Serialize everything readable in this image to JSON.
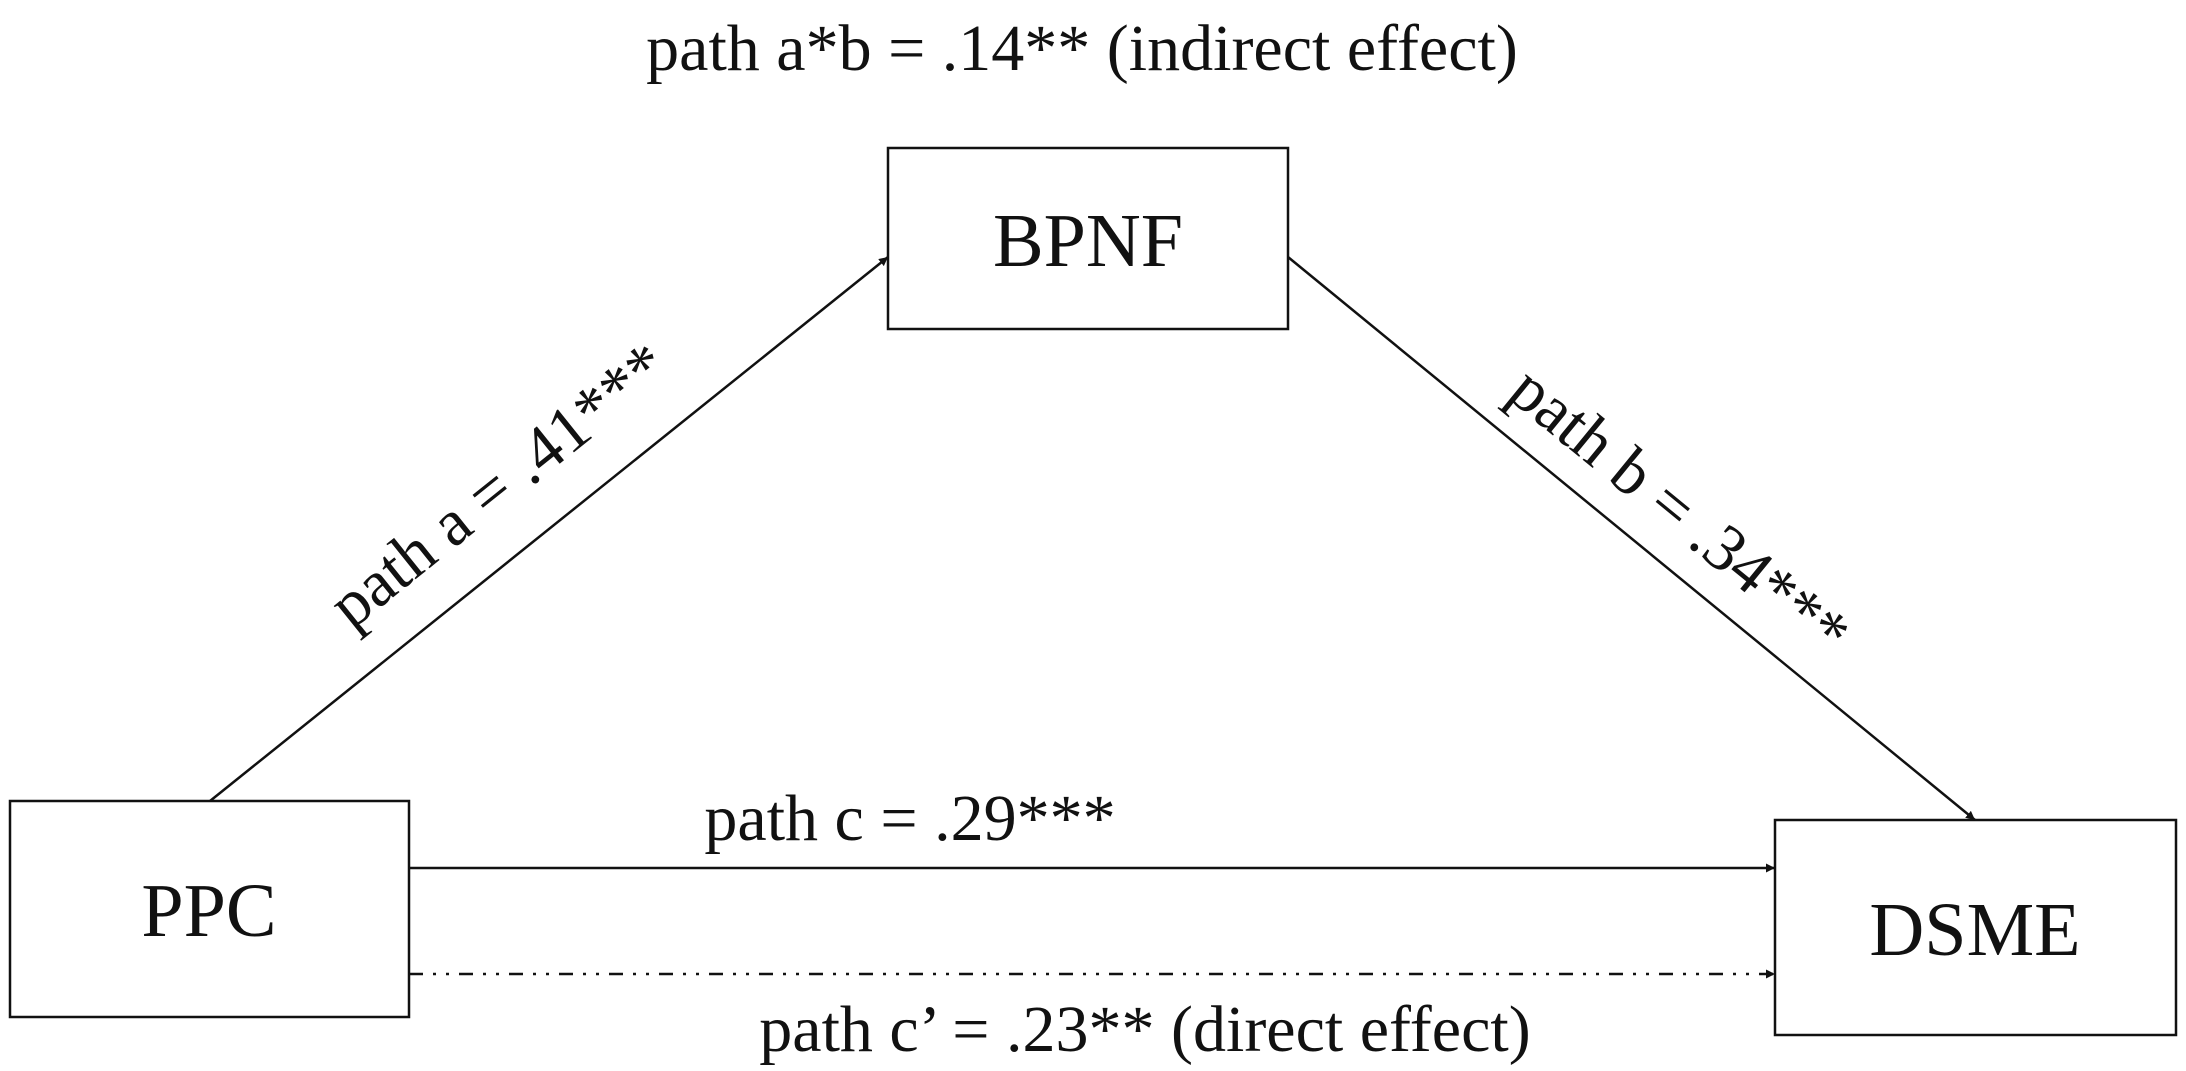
{
  "diagram": {
    "nodes": {
      "ppc": {
        "label": "PPC"
      },
      "bpnf": {
        "label": "BPNF"
      },
      "dsme": {
        "label": "DSME"
      }
    },
    "labels": {
      "indirect": "path a*b = .14** (indirect effect)",
      "path_a": "path a = .41***",
      "path_b": "path b = .34***",
      "path_c": "path c = .29***",
      "path_c_prime": "path c’ = .23** (direct effect)"
    }
  }
}
